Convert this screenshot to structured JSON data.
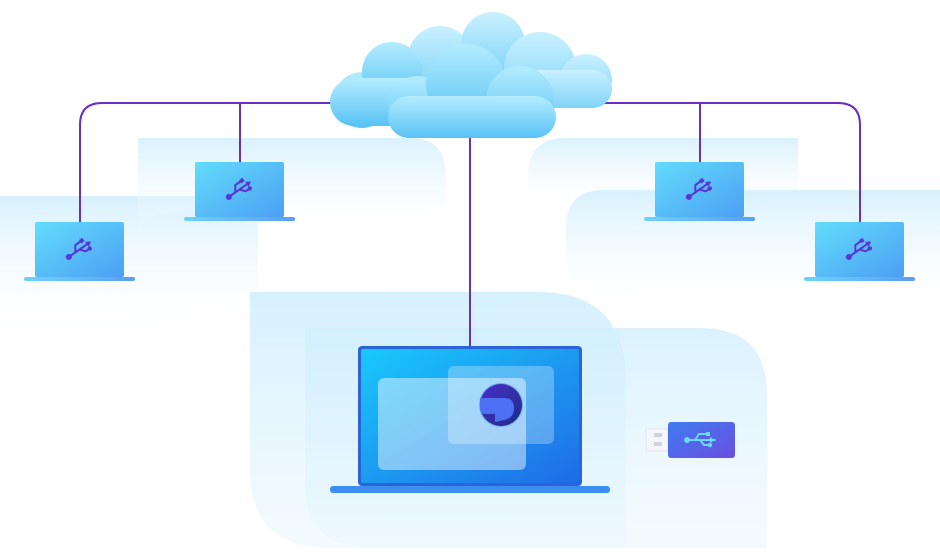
{
  "diagram": {
    "hub": {
      "icon": "cloud-icon"
    },
    "connector_color": "#6a2fc2",
    "remote_devices": [
      {
        "name": "laptop-far-left",
        "icon": "usb-icon"
      },
      {
        "name": "laptop-left",
        "icon": "usb-icon"
      },
      {
        "name": "laptop-right",
        "icon": "usb-icon"
      },
      {
        "name": "laptop-far-right",
        "icon": "usb-icon"
      }
    ],
    "main_device": {
      "icon": "laptop-icon",
      "app_icon": "app-logo-icon"
    },
    "usb_dongle": {
      "icon": "usb-icon"
    }
  },
  "colors": {
    "screen_light": "#5fd8fb",
    "screen_dark": "#4aa1f2",
    "glyph": "#5a35d6",
    "cloud_top": "#a8e6ff",
    "cloud_bottom": "#5bc6f5",
    "backdrop": "#d6f0fd",
    "dongle": "#4a6cf0"
  }
}
